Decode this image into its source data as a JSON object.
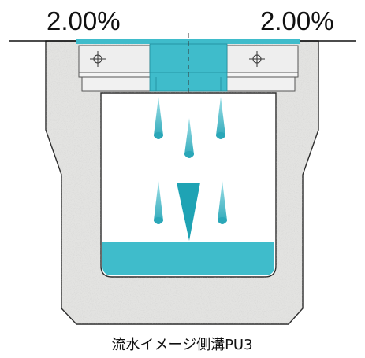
{
  "slope_left": "2.00%",
  "slope_right": "2.00%",
  "caption": "流水イメージ側溝PU3",
  "colors": {
    "water": "#3fbccb",
    "water_dark": "#1f9fb1",
    "concrete": "#e3e3e1",
    "concrete_edge": "#2a2a2a",
    "background": "#ffffff"
  }
}
